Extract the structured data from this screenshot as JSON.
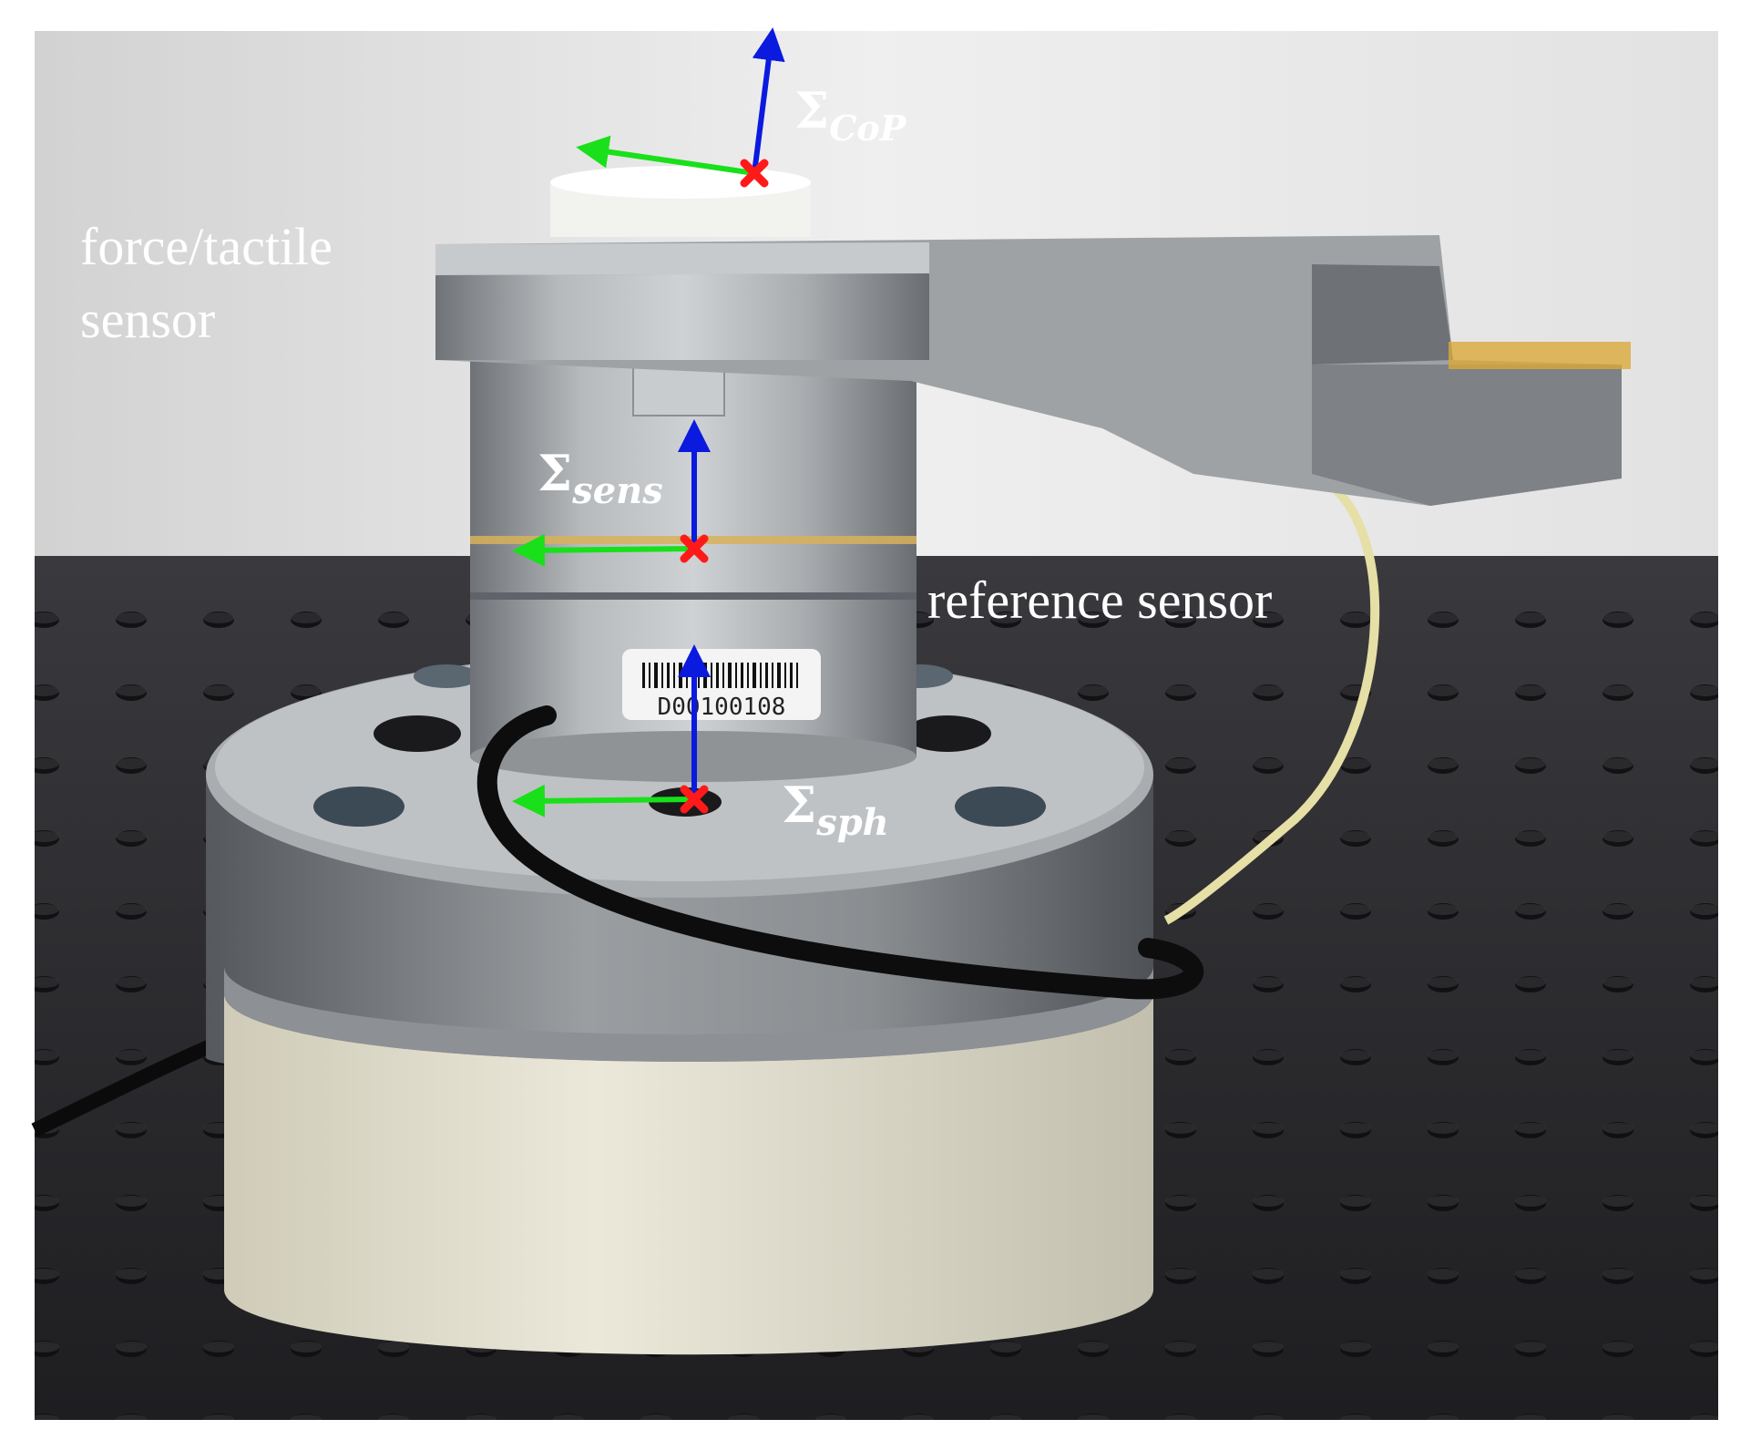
{
  "labels": {
    "tactile_sensor_line1": "force/tactile",
    "tactile_sensor_line2": "sensor",
    "reference_sensor": "reference sensor"
  },
  "frames": {
    "cop": {
      "symbol": "Σ",
      "subscript": "CoP"
    },
    "sens": {
      "symbol": "Σ",
      "subscript": "sens"
    },
    "sph": {
      "symbol": "Σ",
      "subscript": "sph"
    }
  },
  "barcode_text": "D00100108",
  "colors": {
    "z_axis": "#0a1adf",
    "x_axis": "#19e01a",
    "origin_marker": "#ff1a1a",
    "label_text": "#ffffff",
    "background_wall": "#e9e9e9",
    "table": "#2a2a2d"
  }
}
